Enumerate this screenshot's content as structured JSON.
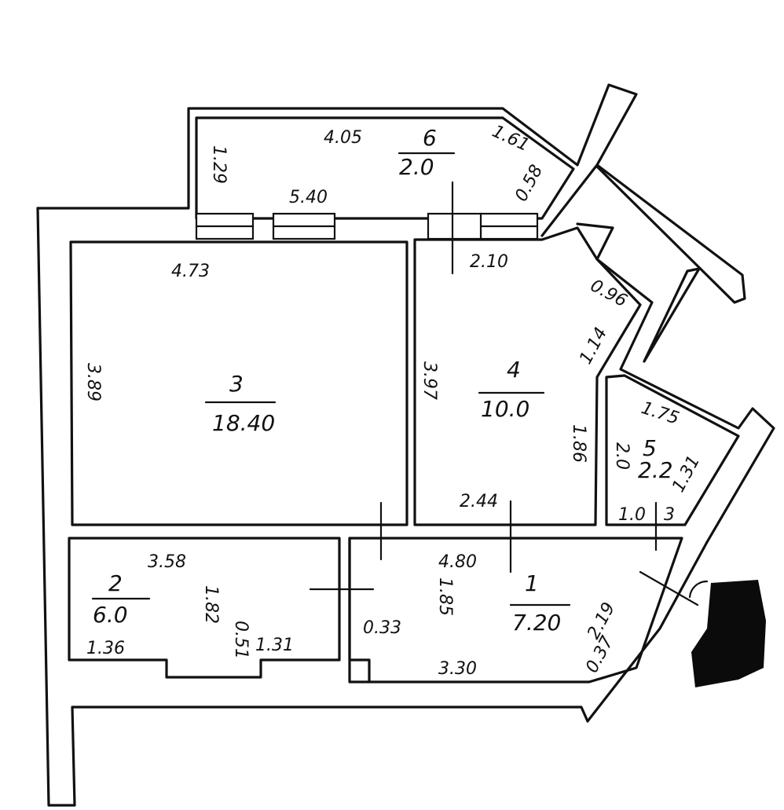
{
  "colors": {
    "ink": "#111111",
    "paper": "#ffffff",
    "redaction": "#0b0b0b"
  },
  "rooms": [
    {
      "num": "1",
      "area": "7.20"
    },
    {
      "num": "2",
      "area": "6.0"
    },
    {
      "num": "3",
      "area": "18.40"
    },
    {
      "num": "4",
      "area": "10.0"
    },
    {
      "num": "5",
      "area": "2.2"
    },
    {
      "num": "6",
      "area": "2.0"
    }
  ],
  "dims": {
    "balcony_top": "4.05",
    "balcony_left": "1.29",
    "balcony_bottom": "5.40",
    "balcony_diag": "1.61",
    "balcony_end": "0.58",
    "room3_top": "4.73",
    "room3_left": "3.89",
    "room4_top": "2.10",
    "room4_left": "3.97",
    "room4_r1": "0.96",
    "room4_r2": "1.14",
    "room4_r3": "1.86",
    "room4_bottom": "2.44",
    "room5_top": "1.75",
    "room5_left": "2.0",
    "room5_right": "1.31",
    "room5_bottom": "1.0",
    "room5_bottom2": "3",
    "room1_top": "4.80",
    "room1_left": "1.85",
    "room1_mid": "0.33",
    "room1_bottom": "3.30",
    "room1_right": "2.19",
    "room1_right2": "0.37",
    "room2_top": "3.58",
    "room2_right": "1.82",
    "room2_left": "1.36",
    "room2_bottom": "1.31",
    "room2_small": "0.51"
  }
}
